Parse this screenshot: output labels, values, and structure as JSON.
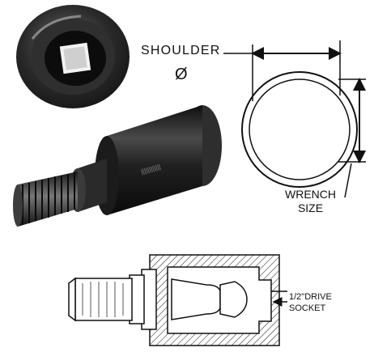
{
  "labels": {
    "shoulder": "SHOULDER",
    "diameter": "Ø",
    "wrench_line1": "WRENCH",
    "wrench_line2": "SIZE",
    "drive_line1": "1/2\"DRIVE",
    "drive_line2": "SOCKET"
  },
  "colors": {
    "line": "#111111",
    "metal_dark": "#1b1b1b",
    "metal_mid": "#444444",
    "metal_light": "#9a9a9a"
  }
}
